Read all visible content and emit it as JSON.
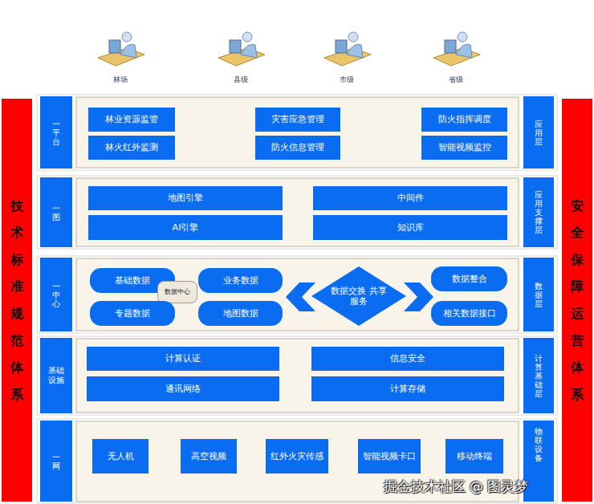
{
  "diagram": {
    "nodes": [
      {
        "text": [
          "技术标准规范体系"
        ]
      },
      {
        "text": [
          "一平台"
        ]
      },
      {
        "text": [
          "林业资源监管"
        ]
      },
      {
        "text": [
          "灾害应急管理"
        ]
      },
      {
        "text": [
          "防火指挥调度"
        ]
      },
      {
        "text": [
          "林火红外监测"
        ]
      },
      {
        "text": [
          "防火信息管理"
        ]
      },
      {
        "text": [
          "智能视频监控"
        ]
      },
      {
        "text": [
          "应用层"
        ]
      },
      {
        "text": [
          "安全保障运营体系"
        ]
      },
      {
        "text": [
          "一图"
        ]
      },
      {
        "text": [
          "地图引擎"
        ]
      },
      {
        "text": [
          "中间件"
        ]
      },
      {
        "text": [
          "AI引擎"
        ]
      },
      {
        "text": [
          "知识库"
        ]
      },
      {
        "text": [
          "应用支撑层"
        ]
      },
      {
        "text": [
          "一中心"
        ]
      },
      {
        "text": [
          "基础数据"
        ]
      },
      {
        "text": [
          "数据中心"
        ]
      },
      {
        "text": [
          "业务数据"
        ]
      },
      {
        "text": [
          "数据交换 共享服务"
        ]
      },
      {
        "text": [
          "数据整合"
        ]
      },
      {
        "text": [
          "专题数据"
        ]
      },
      {
        "text": [
          "地图数据"
        ]
      },
      {
        "text": [
          "相关数据接口"
        ]
      },
      {
        "text": [
          "数据层"
        ]
      },
      {
        "text": [
          "基础设施"
        ]
      },
      {
        "text": [
          "计算认证"
        ]
      },
      {
        "text": [
          "信息安全"
        ]
      },
      {
        "text": [
          "通讯网络"
        ]
      },
      {
        "text": [
          "计算存储"
        ]
      },
      {
        "text": [
          "计算基础层"
        ]
      },
      {
        "text": [
          "一网"
        ]
      },
      {
        "text": [
          "无人机"
        ]
      },
      {
        "text": [
          "高空视频"
        ]
      },
      {
        "text": [
          "红外火灾传感"
        ]
      },
      {
        "text": [
          "智能视频卡口"
        ]
      },
      {
        "text": [
          "移动终端"
        ]
      },
      {
        "text": [
          "物联设备"
        ]
      }
    ],
    "labels": [
      "林场",
      "县级",
      "市级",
      "省级",
      "掘金技术社区 @ 图灵梦"
    ]
  }
}
